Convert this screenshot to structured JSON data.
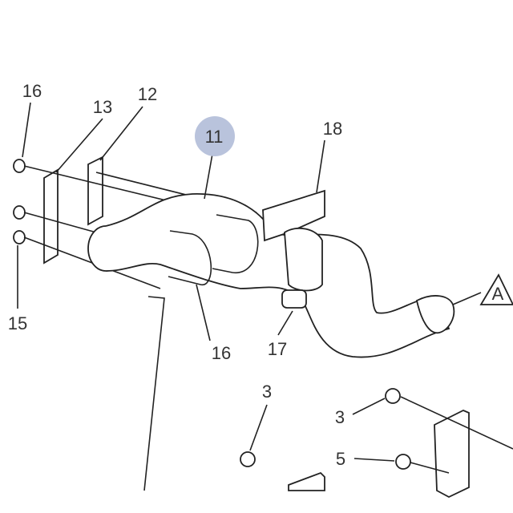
{
  "diagram": {
    "callouts": [
      {
        "id": "16a",
        "text": "16"
      },
      {
        "id": "13",
        "text": "13"
      },
      {
        "id": "12",
        "text": "12"
      },
      {
        "id": "11",
        "text": "11",
        "highlighted": true
      },
      {
        "id": "18",
        "text": "18"
      },
      {
        "id": "15",
        "text": "15"
      },
      {
        "id": "16b",
        "text": "16"
      },
      {
        "id": "17",
        "text": "17"
      },
      {
        "id": "3a",
        "text": "3"
      },
      {
        "id": "3b",
        "text": "3"
      },
      {
        "id": "5",
        "text": "5"
      }
    ],
    "reference_marker": {
      "text": "A"
    },
    "highlight_color": "#b9c3dc"
  }
}
